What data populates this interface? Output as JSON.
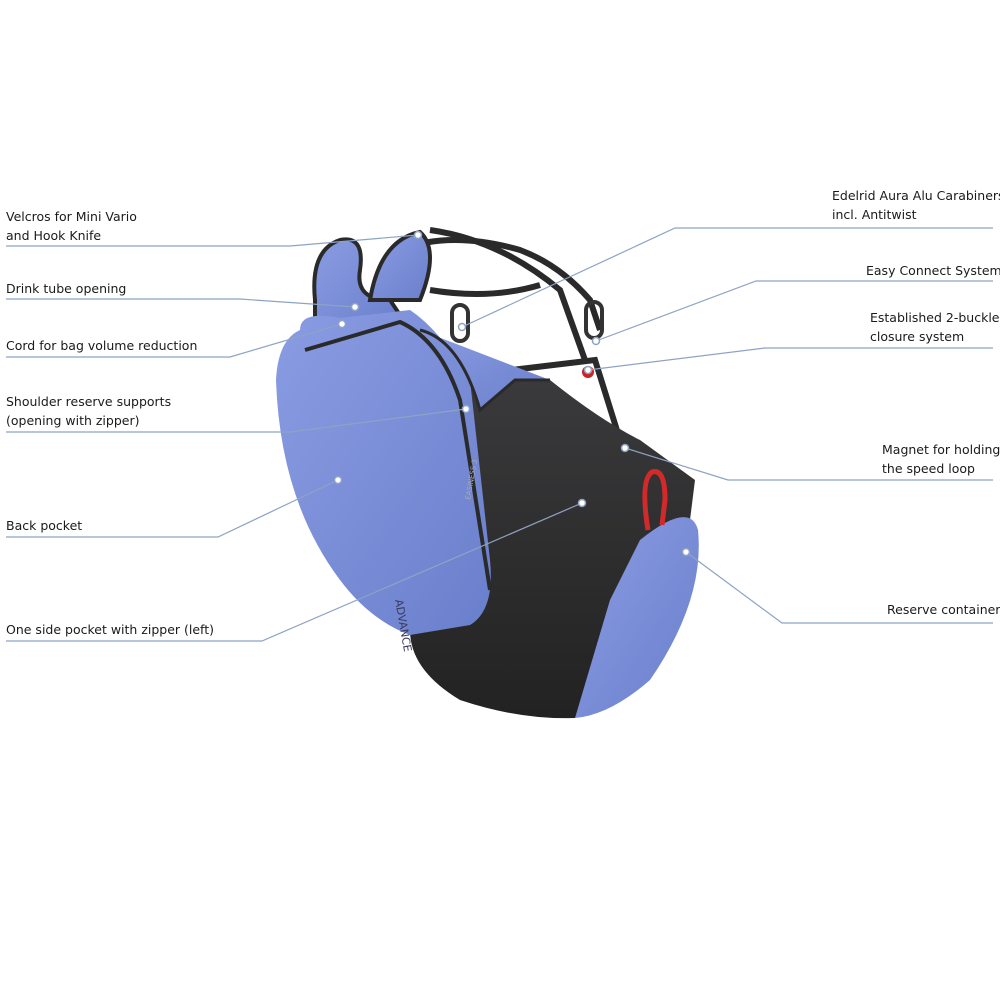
{
  "callouts_left": [
    {
      "line1": "Velcros for Mini Vario",
      "line2": "and Hook Knife"
    },
    {
      "line1": "Drink tube opening"
    },
    {
      "line1": "Cord for bag volume reduction"
    },
    {
      "line1": "Shoulder reserve supports",
      "line2": "(opening with zipper)"
    },
    {
      "line1": "Back pocket"
    },
    {
      "line1": "One side pocket with zipper (left)"
    }
  ],
  "callouts_right": [
    {
      "line1": "Edelrid Aura Alu Carabiners",
      "line2": "incl. Antitwist"
    },
    {
      "line1": "Easy Connect System"
    },
    {
      "line1": "Established 2-buckle",
      "line2": "closure system"
    },
    {
      "line1": "Magnet for holding",
      "line2": "the speed loop"
    },
    {
      "line1": "Reserve container"
    }
  ],
  "product_print": {
    "brand": "ADVANCE",
    "model": "EASINESS 3"
  },
  "colors": {
    "harness_blue": "#7b8fd8",
    "harness_dark": "#2b2b2d",
    "leader_line": "#8ea3c4",
    "speed_loop": "#d22a2a"
  }
}
